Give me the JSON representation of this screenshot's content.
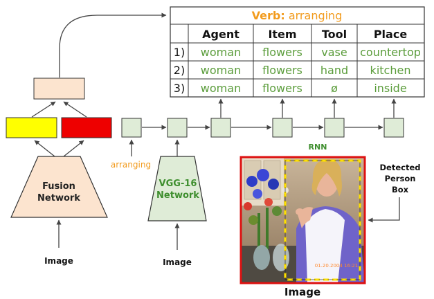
{
  "table": {
    "verb_label": "Verb:",
    "verb_value": "arranging",
    "headers": [
      "Agent",
      "Item",
      "Tool",
      "Place"
    ],
    "rows": [
      {
        "index": "1)",
        "cells": [
          "woman",
          "flowers",
          "vase",
          "countertop"
        ]
      },
      {
        "index": "2)",
        "cells": [
          "woman",
          "flowers",
          "hand",
          "kitchen"
        ]
      },
      {
        "index": "3)",
        "cells": [
          "woman",
          "flowers",
          "ø",
          "inside"
        ]
      }
    ]
  },
  "labels": {
    "fusion_line1": "Fusion",
    "fusion_line2": "Network",
    "vgg_line1": "VGG-16",
    "vgg_line2": "Network",
    "rnn": "RNN",
    "arranging": "arranging",
    "detected_line1": "Detected",
    "detected_line2": "Person",
    "detected_line3": "Box",
    "image_left": "Image",
    "image_mid": "Image",
    "image_right": "Image"
  },
  "photo": {
    "date_stamp": "01.20.2004 16:21"
  },
  "colors": {
    "orange": "#f29b1d",
    "green_text": "#5a9c3a",
    "rnn_green": "#3e8e2e",
    "peach": "#fce4cf",
    "yellow": "#ffff00",
    "red": "#ee0000",
    "light_green": "#dfecd7",
    "box_border": "#333333",
    "detect_red": "#dd1111",
    "detect_yellow": "#ffe000"
  }
}
